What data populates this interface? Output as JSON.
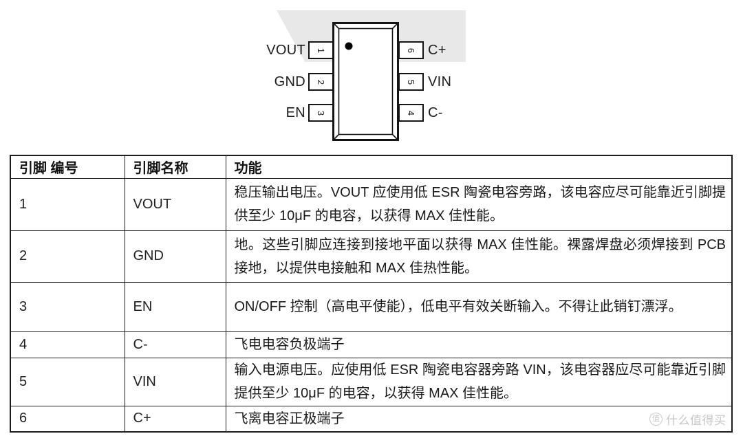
{
  "diagram": {
    "left_pins": [
      {
        "number": "1",
        "name": "VOUT"
      },
      {
        "number": "2",
        "name": "GND"
      },
      {
        "number": "3",
        "name": "EN"
      }
    ],
    "right_pins": [
      {
        "number": "6",
        "name": "C+"
      },
      {
        "number": "5",
        "name": "VIN"
      },
      {
        "number": "4",
        "name": "C-"
      }
    ],
    "colors": {
      "banner_gray": "#e8e8e8",
      "line_black": "#141414",
      "pin1_dot": "#000000"
    }
  },
  "table": {
    "headers": [
      "引脚 编号",
      "引脚名称",
      "功能"
    ],
    "rows": [
      {
        "pin": "1",
        "name": "VOUT",
        "function": "稳压输出电压。VOUT 应使用低 ESR 陶瓷电容旁路，该电容应尽可能靠近引脚提供至少 10μF 的电容，以获得 MAX 佳性能。"
      },
      {
        "pin": "2",
        "name": "GND",
        "function": "地。这些引脚应连接到接地平面以获得 MAX 佳性能。裸露焊盘必须焊接到 PCB 接地，以提供电接触和 MAX 佳热性能。"
      },
      {
        "pin": "3",
        "name": "EN",
        "function": "ON/OFF 控制（高电平使能），低电平有效关断输入。不得让此销钉漂浮。"
      },
      {
        "pin": "4",
        "name": "C-",
        "function": "飞电电容负极端子"
      },
      {
        "pin": "5",
        "name": "VIN",
        "function": "输入电源电压。应使用低 ESR 陶瓷电容器旁路 VIN，该电容器应尽可能靠近引脚提供至少 10μF 的电容，以获得 MAX 佳性能。"
      },
      {
        "pin": "6",
        "name": "C+",
        "function": "飞离电容正极端子"
      }
    ]
  },
  "watermark": {
    "logo": "值",
    "text": "什么值得买"
  }
}
